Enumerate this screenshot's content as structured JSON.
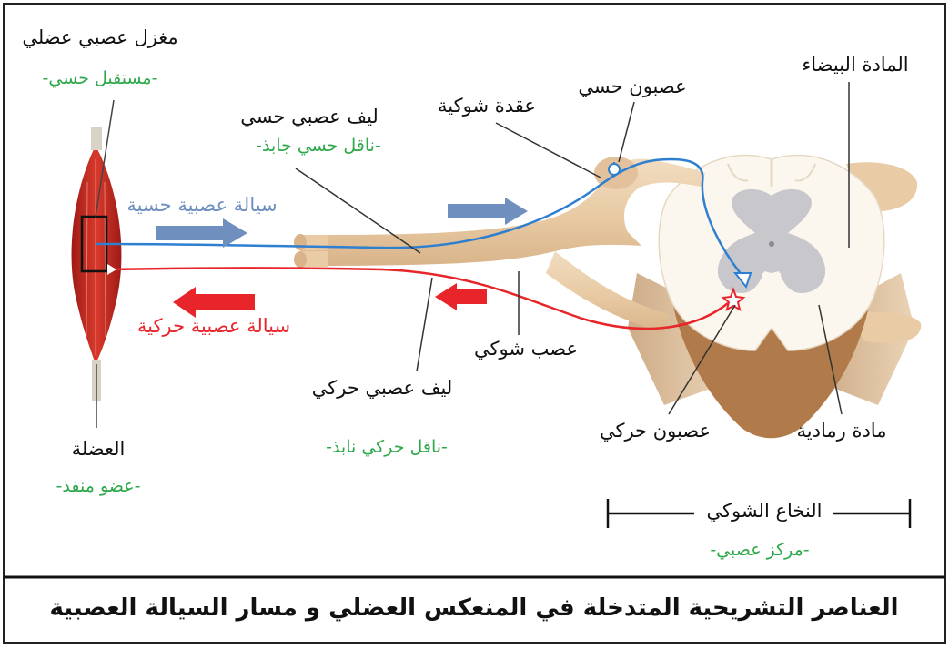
{
  "labels": {
    "muscle_spindle": "مغزل عصبي عضلي",
    "sensory_receptor": "-مستقبل حسي-",
    "sensory_fiber": "ليف عصبي حسي",
    "afferent_conductor": "-ناقل حسي جابذ-",
    "spinal_ganglion": "عقدة شوكية",
    "sensory_neuron": "عصبون حسي",
    "white_matter": "المادة البيضاء",
    "sensory_impulse": "سيالة عصبية حسية",
    "motor_impulse": "سيالة عصبية حركية",
    "spinal_nerve": "عصب شوكي",
    "motor_fiber": "ليف عصبي حركي",
    "efferent_conductor": "-ناقل حركي نابذ-",
    "motor_neuron": "عصبون حركي",
    "gray_matter": "مادة رمادية",
    "muscle": "العضلة",
    "effector_organ": "-عضو منفذ-",
    "spinal_cord": "النخاع الشوكي",
    "nerve_center": "-مركز عصبي-"
  },
  "caption": "العناصر التشريحية المتدخلة في المنعكس العضلي و مسار السيالة العصبية",
  "colors": {
    "sensory": "#2f7fd0",
    "motor": "#e8252b",
    "nerve": "#e9cfae",
    "gray_matter": "#c8c8cc",
    "green_label": "#2ea84a"
  }
}
